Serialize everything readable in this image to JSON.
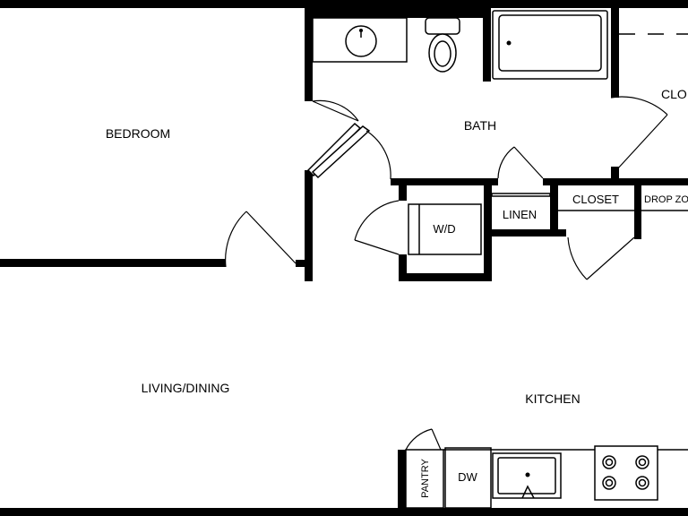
{
  "rooms": {
    "bedroom": "BEDROOM",
    "bath": "BATH",
    "closet_right": "CLO",
    "wd": "W/D",
    "linen": "LINEN",
    "closet": "CLOSET",
    "drop_zone": "DROP ZO",
    "living_dining": "LIVING/DINING",
    "kitchen": "KITCHEN",
    "pantry": "PANTRY",
    "dw": "DW"
  },
  "colors": {
    "wall": "#000000",
    "background": "#ffffff"
  }
}
